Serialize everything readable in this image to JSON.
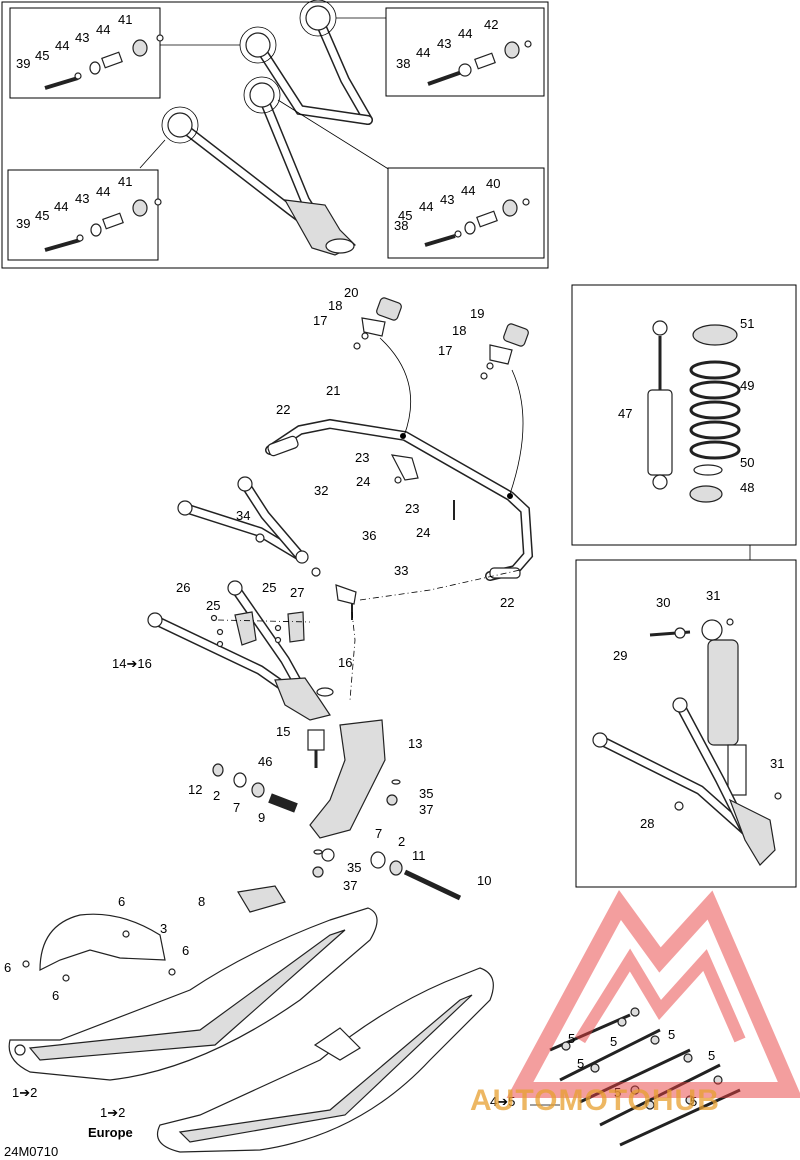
{
  "diagram_code": "24M0710",
  "europe_label": "Europe",
  "watermark": "AUTOMOTOHUB",
  "inset_tl": {
    "labels": [
      "41",
      "44",
      "43",
      "44",
      "45",
      "39"
    ]
  },
  "inset_bl": {
    "labels": [
      "41",
      "44",
      "43",
      "44",
      "45",
      "39"
    ]
  },
  "inset_tr": {
    "labels": [
      "42",
      "44",
      "43",
      "44",
      "38"
    ]
  },
  "inset_br": {
    "labels": [
      "40",
      "44",
      "43",
      "44",
      "45",
      "38"
    ]
  },
  "sway_bar": {
    "labels": [
      "20",
      "18",
      "17",
      "19",
      "18",
      "17",
      "21",
      "22",
      "23",
      "24",
      "23",
      "24",
      "22"
    ]
  },
  "a_arm": {
    "labels": [
      "32",
      "34",
      "36",
      "33",
      "26",
      "25",
      "25",
      "27",
      "14➔16",
      "16",
      "15",
      "46",
      "13"
    ]
  },
  "spindle_parts": {
    "labels": [
      "12",
      "2",
      "7",
      "9",
      "35",
      "37",
      "7",
      "2",
      "11",
      "35",
      "37",
      "10"
    ]
  },
  "shock_inset": {
    "labels": [
      "51",
      "49",
      "47",
      "50",
      "48"
    ]
  },
  "shock_install": {
    "labels": [
      "30",
      "31",
      "29",
      "31",
      "28"
    ]
  },
  "ski": {
    "labels": [
      "8",
      "6",
      "3",
      "6",
      "6",
      "6",
      "1➔2",
      "1➔2"
    ]
  },
  "runners": {
    "labels": [
      "5",
      "5",
      "5",
      "5",
      "5",
      "5",
      "5",
      "4➔5"
    ]
  }
}
